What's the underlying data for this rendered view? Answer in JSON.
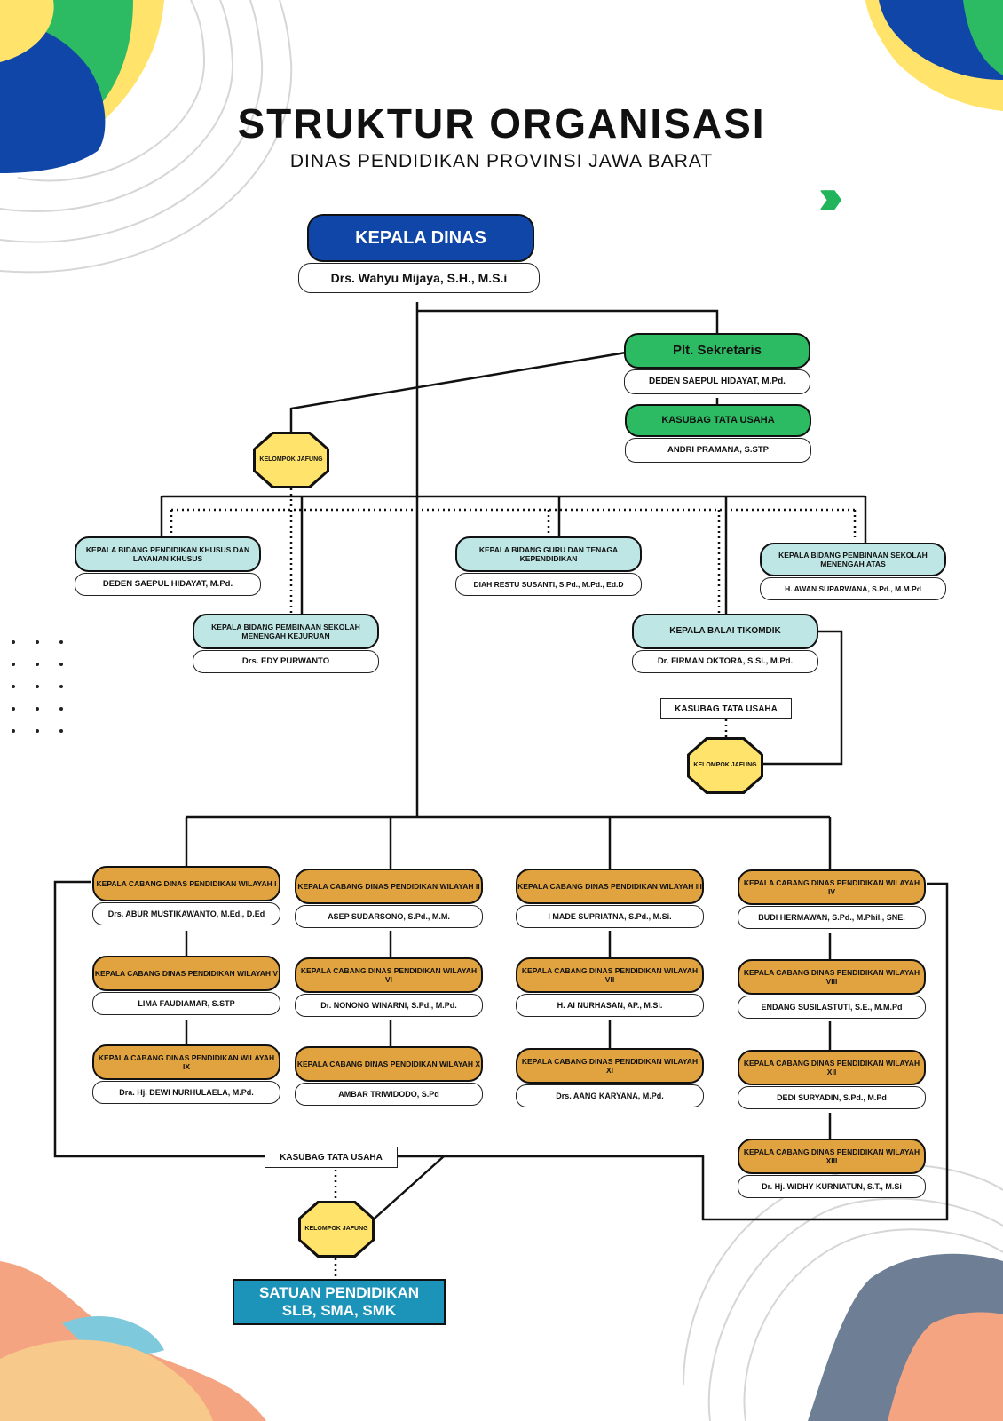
{
  "header": {
    "title": "STRUKTUR ORGANISASI",
    "subtitle": "DINAS PENDIDIKAN PROVINSI JAWA BARAT"
  },
  "colors": {
    "head": "#0f46a7",
    "secretariat": "#2cba63",
    "bidang": "#bde6e4",
    "cabang": "#e0a340",
    "jafung": "#ffe36a",
    "satuan": "#1c93b8",
    "accent_blue": "#0f46a7",
    "accent_green": "#22b45a",
    "accent_yellow": "#ffe36a"
  },
  "decor": {
    "chevron_icon": "triple-chevron-right-icon",
    "dots_icon": "dot-grid-icon"
  },
  "kepala_dinas": {
    "title": "KEPALA DINAS",
    "name": "Drs. Wahyu Mijaya, S.H., M.S.i"
  },
  "sekretaris": {
    "title": "Plt. Sekretaris",
    "name": "DEDEN SAEPUL HIDAYAT, M.Pd."
  },
  "kasubag_tu_sekretariat": {
    "title": "KASUBAG TATA USAHA",
    "name": "ANDRI PRAMANA, S.STP"
  },
  "jafung": {
    "label": "KELOMPOK JAFUNG"
  },
  "bidang": {
    "pkplk": {
      "title": "KEPALA BIDANG PENDIDIKAN KHUSUS DAN LAYANAN KHUSUS",
      "name": "DEDEN SAEPUL HIDAYAT, M.Pd."
    },
    "gtk": {
      "title": "KEPALA BIDANG GURU DAN TENAGA KEPENDIDIKAN",
      "name": "DIAH RESTU SUSANTI, S.Pd., M.Pd., Ed.D"
    },
    "psma": {
      "title": "KEPALA BIDANG PEMBINAAN SEKOLAH MENENGAH ATAS",
      "name": "H. AWAN SUPARWANA, S.Pd., M.M.Pd"
    },
    "psmk": {
      "title": "KEPALA BIDANG PEMBINAAN SEKOLAH MENENGAH KEJURUAN",
      "name": "Drs. EDY PURWANTO"
    },
    "tikomdik": {
      "title": "KEPALA BALAI TIKOMDIK",
      "name": "Dr. FIRMAN OKTORA, S.Si., M.Pd."
    }
  },
  "kasubag_tu_label": "KASUBAG TATA USAHA",
  "cabang": [
    {
      "title": "KEPALA CABANG DINAS PENDIDIKAN WILAYAH I",
      "name": "Drs. ABUR MUSTIKAWANTO, M.Ed., D.Ed"
    },
    {
      "title": "KEPALA CABANG DINAS PENDIDIKAN WILAYAH II",
      "name": "ASEP SUDARSONO, S.Pd., M.M."
    },
    {
      "title": "KEPALA CABANG DINAS PENDIDIKAN WILAYAH III",
      "name": "I MADE SUPRIATNA, S.Pd., M.Si."
    },
    {
      "title": "KEPALA CABANG DINAS PENDIDIKAN WILAYAH IV",
      "name": "BUDI HERMAWAN, S.Pd., M.Phil., SNE."
    },
    {
      "title": "KEPALA CABANG DINAS PENDIDIKAN WILAYAH V",
      "name": "LIMA FAUDIAMAR, S.STP"
    },
    {
      "title": "KEPALA CABANG DINAS PENDIDIKAN WILAYAH VI",
      "name": "Dr. NONONG WINARNI, S.Pd., M.Pd."
    },
    {
      "title": "KEPALA CABANG DINAS PENDIDIKAN WILAYAH VII",
      "name": "H. AI NURHASAN, AP., M.Si."
    },
    {
      "title": "KEPALA CABANG DINAS PENDIDIKAN WILAYAH VIII",
      "name": "ENDANG SUSILASTUTI, S.E., M.M.Pd"
    },
    {
      "title": "KEPALA CABANG DINAS PENDIDIKAN WILAYAH IX",
      "name": "Dra. Hj. DEWI NURHULAELA, M.Pd."
    },
    {
      "title": "KEPALA CABANG DINAS PENDIDIKAN WILAYAH X",
      "name": "AMBAR TRIWIDODO, S.Pd"
    },
    {
      "title": "KEPALA CABANG DINAS PENDIDIKAN WILAYAH XI",
      "name": "Drs. AANG KARYANA, M.Pd."
    },
    {
      "title": "KEPALA CABANG DINAS PENDIDIKAN WILAYAH XII",
      "name": "DEDI SURYADIN, S.Pd., M.Pd"
    },
    {
      "title": "KEPALA CABANG DINAS PENDIDIKAN WILAYAH XIII",
      "name": "Dr. Hj. WIDHY KURNIATUN, S.T., M.Si"
    }
  ],
  "satuan_pendidikan": {
    "line1": "SATUAN PENDIDIKAN",
    "line2": "SLB, SMA, SMK"
  }
}
